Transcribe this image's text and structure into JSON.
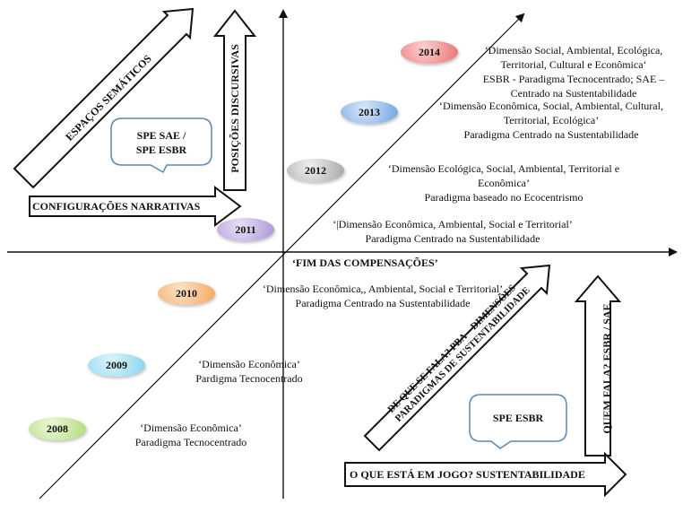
{
  "arrow_labels": {
    "espacos": "ESPAÇOS SEMÁTICOS",
    "posicoes": "POSIÇÕES DISCURSIVAS",
    "configuracoes": "CONFIGURAÇÕES NARRATIVAS",
    "de_que": "DE QUE SE FALA? PBA – DIMENSÕES –\nPARADIGMAS DE SUSTENTABILIDADE",
    "quem_fala": "QUEM FALA? ESBR / SAE",
    "o_que": "O QUE ESTÁ EM JOGO? SUSTENTABILIDADE"
  },
  "axis_label": "‘FIM DAS COMPENSAÇÕES’",
  "callouts": {
    "top": "SPE SAE /\nSPE ESBR",
    "bottom": "SPE ESBR"
  },
  "years": [
    {
      "label": "2014",
      "color": "#f07f7f",
      "text": "‘Dimensão Social,  Ambiental, Ecológica,\nTerritorial,  Cultural e Econômica‘\nESBR - Paradigma Tecnocentrado; SAE –\nCentrado na Sustentabilidade"
    },
    {
      "label": "2013",
      "color": "#7eaee6",
      "text": "‘Dimensão Econômica, Social, Ambiental, Cultural,\nTerritorial,  Ecológica’\nParadigma Centrado na Sustentabilidade"
    },
    {
      "label": "2012",
      "color": "#b9b9b9",
      "text": "‘Dimensão Ecológica,  Social,  Ambiental, Territorial  e\nEconômica’\nParadigma baseado no Ecocentrismo"
    },
    {
      "label": "2011",
      "color": "#b9a6dc",
      "text": "‘|Dimensão Econômica, Ambiental, Social e Territorial’\nParadigma Centrado na Sustentabilidade"
    },
    {
      "label": "2010",
      "color": "#f8b97f",
      "text": "‘Dimensão Econômica,, Ambiental, Social e Territorial’\nParadigma Centrado na Sustentabilidade"
    },
    {
      "label": "2009",
      "color": "#99dcf2",
      "text": "‘Dimensão Econômica’\nPardigma Tecnocentrado"
    },
    {
      "label": "2008",
      "color": "#c8e69a",
      "text": "‘Dimensão  Econômica’\nParadigma Tecnocentrado"
    }
  ]
}
